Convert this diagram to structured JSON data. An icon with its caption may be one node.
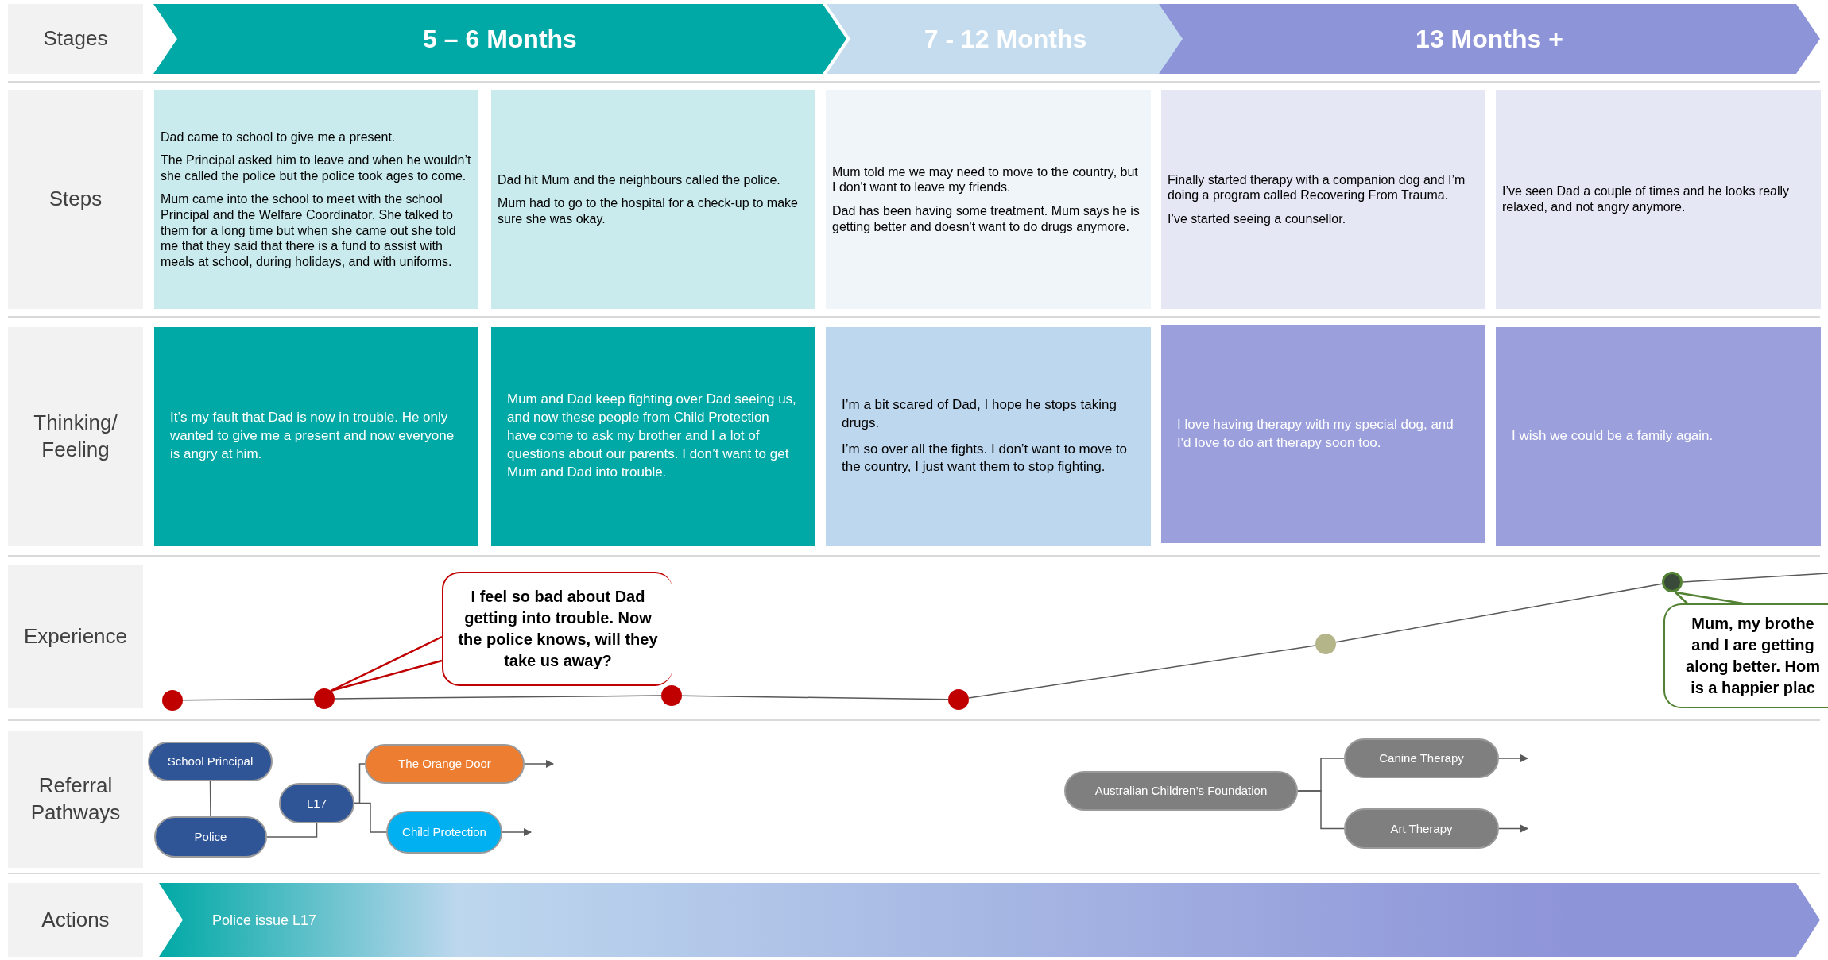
{
  "diagram": {
    "nodes": [
      {
        "text": [
          "Stages"
        ]
      },
      {
        "text": [
          "5 – 6 Months"
        ]
      },
      {
        "text": [
          "7 - 12 Months"
        ]
      },
      {
        "text": [
          "13 Months +"
        ]
      },
      {
        "text": [
          "Steps"
        ]
      },
      {
        "text": [
          "Dad came to school to give me a present.",
          "The Principal asked him to leave and when he wouldn’t she called the police but the police took ages to come.",
          "Mum came into the school to meet with the school Principal and the Welfare Coordinator. She talked to them for a long time but when she came out she told me that they said that there is a fund to assist with meals at school, during holidays, and with uniforms."
        ]
      },
      {
        "text": [
          "Dad hit Mum and the neighbours called the police.",
          "Mum had to go to the hospital for a check-up to make sure she was okay."
        ]
      },
      {
        "text": [
          "Mum told me we may need to move to the country, but I don't want to leave my friends.",
          "Dad has been having some treatment. Mum says he is getting better and doesn't want to do drugs anymore."
        ]
      },
      {
        "text": [
          "Finally started therapy with a companion dog and I’m doing a program called Recovering From Trauma.",
          "I’ve started seeing a counsellor."
        ]
      },
      {
        "text": [
          "I’ve seen Dad a couple of times and he looks really relaxed, and not angry anymore."
        ]
      },
      {
        "text": [
          "Thinking/ Feeling"
        ]
      },
      {
        "text": [
          "It’s my fault that Dad is now in trouble. He only wanted to give me a present and now everyone is angry at him."
        ]
      },
      {
        "text": [
          "Mum and Dad keep fighting over Dad seeing us, and now these people from Child Protection have come to ask my brother and I a lot of questions about our parents. I don’t want to get Mum and Dad into trouble."
        ]
      },
      {
        "text": [
          "I’m a bit scared of Dad, I hope he stops taking drugs.",
          "I’m so over all the fights. I don’t want to move to the country, I just want them to stop fighting."
        ]
      },
      {
        "text": [
          "I love having therapy with my special dog, and I'd love to do art therapy soon too."
        ]
      },
      {
        "text": [
          "I wish we could be a family again."
        ]
      },
      {
        "text": [
          "Experience"
        ]
      },
      {
        "text": [],
        "shape": "circle"
      },
      {
        "text": [],
        "shape": "circle"
      },
      {
        "text": [],
        "shape": "circle"
      },
      {
        "text": [],
        "shape": "circle"
      },
      {
        "text": [],
        "shape": "circle"
      },
      {
        "text": [],
        "shape": "circle"
      },
      {
        "text": [
          "I feel so bad about Dad getting into trouble. Now the police knows, will they take us away?"
        ]
      },
      {
        "text": [
          "Mum, my brothe and I are getting along better. Hom is a happier plac"
        ]
      },
      {
        "text": [
          "Referral Pathways"
        ]
      },
      {
        "text": [
          "School Principal"
        ]
      },
      {
        "text": [
          "Police"
        ]
      },
      {
        "text": [
          "L17"
        ]
      },
      {
        "text": [
          "The Orange Door"
        ]
      },
      {
        "text": [
          "Child Protection"
        ]
      },
      {
        "text": [
          "Australian Children’s Foundation"
        ]
      },
      {
        "text": [
          "Canine Therapy"
        ]
      },
      {
        "text": [
          "Art Therapy"
        ]
      },
      {
        "text": [
          "Actions"
        ]
      },
      {
        "text": [
          "Police issue L17"
        ]
      }
    ],
    "edges": [
      {
        "from": 17,
        "to": 18,
        "arrow": "none"
      },
      {
        "from": 18,
        "to": 19,
        "arrow": "none"
      },
      {
        "from": 19,
        "to": 20,
        "arrow": "none"
      },
      {
        "from": 20,
        "to": 21,
        "arrow": "none"
      },
      {
        "from": 21,
        "to": 22,
        "arrow": "none"
      },
      {
        "from": 22,
        "to": null,
        "arrow": "none"
      },
      {
        "from": 23,
        "to": 18,
        "arrow": "none",
        "color": "#c00000"
      },
      {
        "from": 24,
        "to": 22,
        "arrow": "none",
        "color": "#548235"
      },
      {
        "from": 26,
        "to": 27,
        "arrow": "none"
      },
      {
        "from": 27,
        "to": 28,
        "arrow": "none"
      },
      {
        "from": 28,
        "to": 29,
        "arrow": "none"
      },
      {
        "from": 28,
        "to": 30,
        "arrow": "none"
      },
      {
        "from": 29,
        "to": null,
        "arrow": "to"
      },
      {
        "from": 30,
        "to": null,
        "arrow": "to"
      },
      {
        "from": 31,
        "to": 32,
        "arrow": "none"
      },
      {
        "from": 31,
        "to": 33,
        "arrow": "none"
      },
      {
        "from": 32,
        "to": null,
        "arrow": "to"
      },
      {
        "from": 33,
        "to": null,
        "arrow": "to"
      }
    ]
  }
}
